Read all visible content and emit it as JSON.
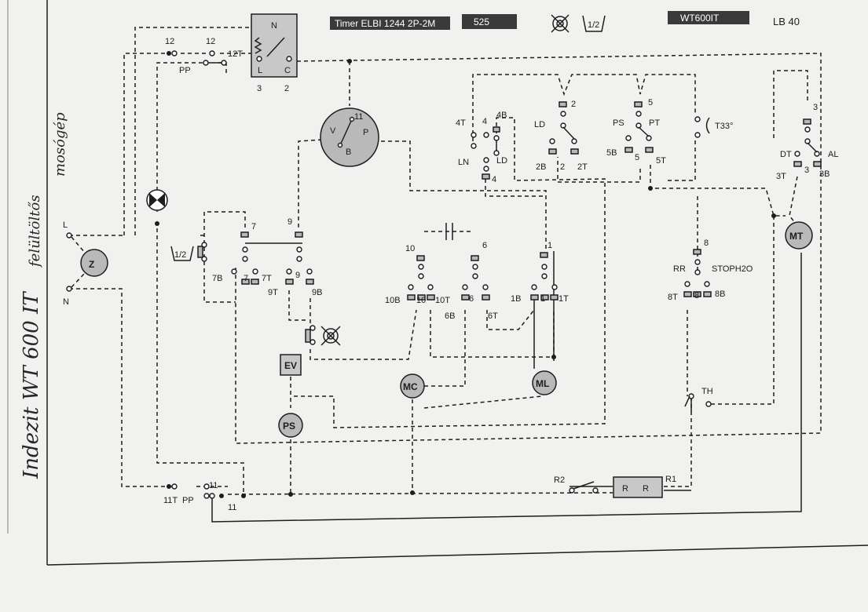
{
  "header": {
    "timer": "Timer ELBI 1244 2P-2M",
    "program": "525",
    "model": "WT600IT",
    "lb": "LB 40",
    "half_symbol": "1/2"
  },
  "handwritten": {
    "line1": "Indezit WT 600 IT",
    "line2": "felültöltős",
    "line3": "mosógép"
  },
  "labels": {
    "l": "L",
    "n": "N",
    "z": "Z",
    "pp_top": "PP",
    "n12a": "12",
    "n12b": "12",
    "t12": "12T",
    "sw_n": "N",
    "sw_l": "L",
    "sw_c": "C",
    "sw_3": "3",
    "sw_2": "2",
    "v": "V",
    "p": "P",
    "b": "B",
    "n11": "11",
    "t4": "4T",
    "n4": "4",
    "b4": "4B",
    "ln": "LN",
    "ld_left": "LD",
    "n4b": "4",
    "ld": "LD",
    "n2": "2",
    "b2": "2B",
    "n2b": "2",
    "t2": "2T",
    "ps": "PS",
    "n5": "5",
    "pt": "PT",
    "b5": "5B",
    "n5b": "5",
    "t5": "5T",
    "t33": "T33°",
    "n3": "3",
    "dt": "DT",
    "al": "AL",
    "t3": "3T",
    "n3b": "3",
    "b3": "3B",
    "mt": "MT",
    "half": "1/2",
    "n7": "7",
    "b7": "7B",
    "n7b": "7",
    "t7": "7T",
    "n9": "9",
    "t9": "9T",
    "n9b": "9",
    "b9": "9B",
    "n10": "10",
    "b10": "10B",
    "n10b": "10",
    "t10": "10T",
    "n6": "6",
    "b6": "6B",
    "n6b": "6",
    "t6": "6T",
    "n1": "1",
    "b1": "1B",
    "n1b": "1",
    "t1": "1T",
    "n8": "8",
    "rr": "RR",
    "stop": "STOPH2O",
    "t8": "8T",
    "n8b": "8",
    "b8": "8B",
    "ev": "EV",
    "mc": "MC",
    "ml": "ML",
    "ps_pump": "PS",
    "th": "TH",
    "n11a": "11",
    "t11": "11T",
    "pp_bot": "PP",
    "n11b": "11",
    "r2": "R2",
    "r1": "R1",
    "r_left": "R",
    "r_right": "R"
  }
}
